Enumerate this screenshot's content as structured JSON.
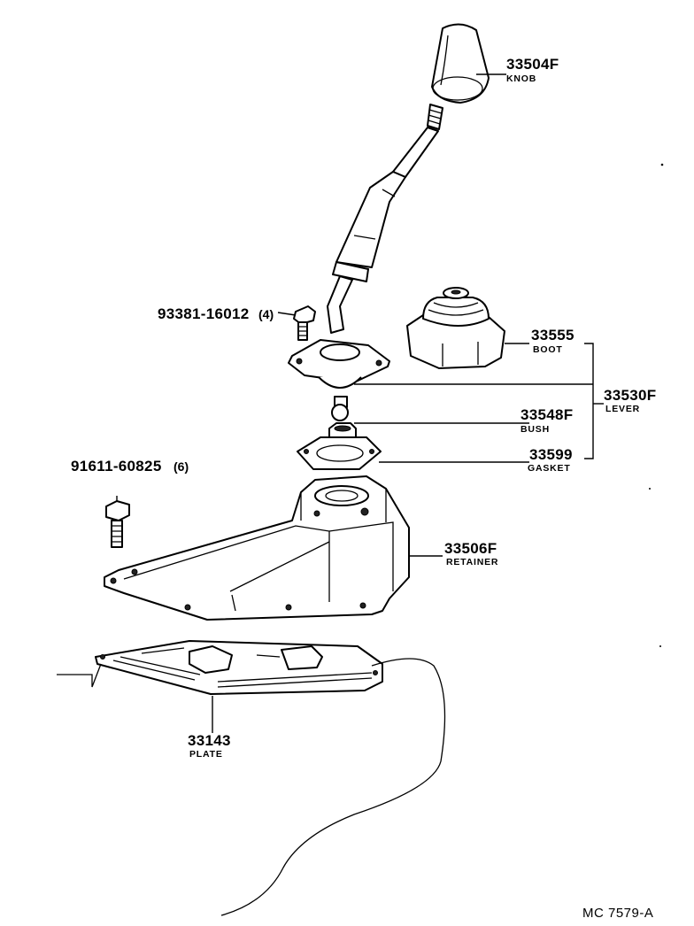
{
  "parts": [
    {
      "key": "knob",
      "number": "33504F",
      "name": "KNOB"
    },
    {
      "key": "bolt_a",
      "number": "93381-16012",
      "qty": "(4)"
    },
    {
      "key": "boot",
      "number": "33555",
      "name": "BOOT"
    },
    {
      "key": "lever",
      "number": "33530F",
      "name": "LEVER"
    },
    {
      "key": "bush",
      "number": "33548F",
      "name": "BUSH"
    },
    {
      "key": "gasket",
      "number": "33599",
      "name": "GASKET"
    },
    {
      "key": "bolt_b",
      "number": "91611-60825",
      "qty": "(6)"
    },
    {
      "key": "retainer",
      "number": "33506F",
      "name": "RETAINER"
    },
    {
      "key": "plate",
      "number": "33143",
      "name": "PLATE"
    }
  ],
  "reference": "MC 7579-A"
}
